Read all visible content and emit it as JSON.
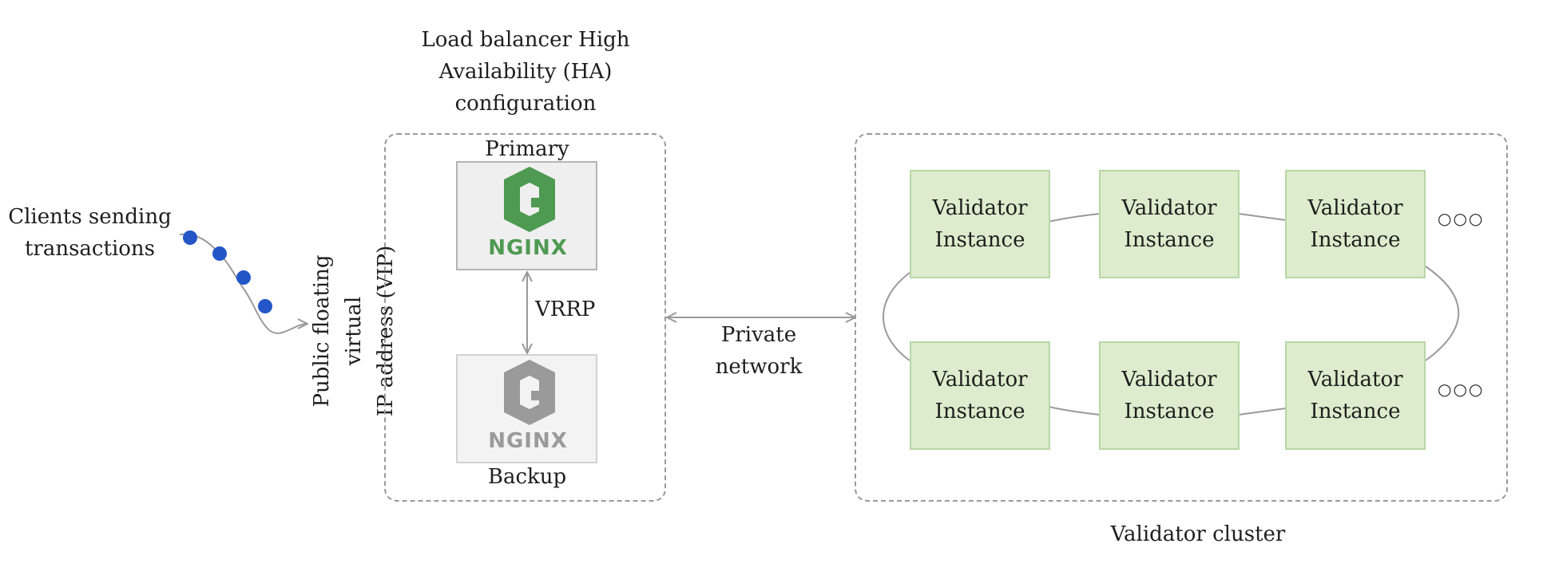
{
  "title_ha": "Load balancer High\nAvailability (HA)\nconfiguration",
  "clients_label": "Clients sending\ntransactions",
  "vip_label": "Public floating virtual\nIP address (VIP)",
  "primary_label": "Primary",
  "backup_label": "Backup",
  "vrrp_label": "VRRP",
  "private_network_label": "Private\nnetwork",
  "cluster_label": "Validator cluster",
  "logo_text": "NGINX",
  "validators": [
    "Validator\nInstance",
    "Validator\nInstance",
    "Validator\nInstance",
    "Validator\nInstance",
    "Validator\nInstance",
    "Validator\nInstance"
  ],
  "ellipsis_top": "○○○",
  "ellipsis_bottom": "○○○",
  "colors": {
    "dot": "#2456c8",
    "nginx_primary": "#4e9a52",
    "nginx_backup": "#9a9a9a",
    "validator_fill": "#dceccd",
    "validator_border": "#b9d7a6",
    "dashed_border": "#9a9a9a"
  },
  "icons": {
    "primary_logo": "nginx-logo",
    "backup_logo": "nginx-logo"
  }
}
